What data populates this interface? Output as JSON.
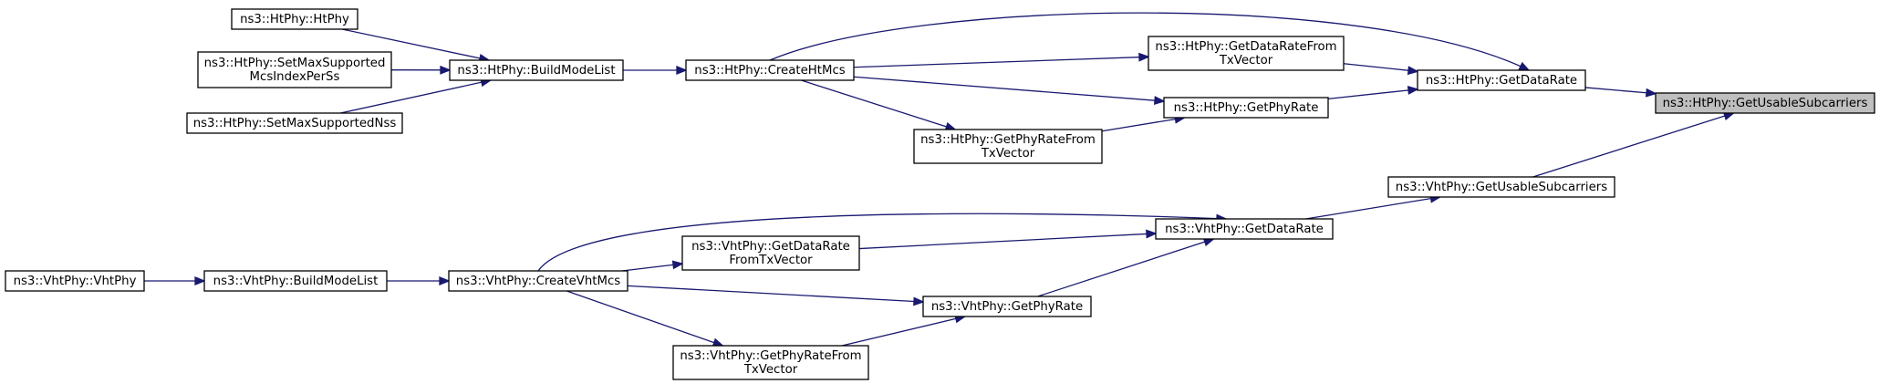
{
  "nodes": {
    "root": [
      "ns3::HtPhy::GetUsableSubcarriers"
    ],
    "ht_getdatarate": [
      "ns3::HtPhy::GetDataRate"
    ],
    "vht_getusable": [
      "ns3::VhtPhy::GetUsableSubcarriers"
    ],
    "ht_getdataratefromtx": [
      "ns3::HtPhy::GetDataRateFrom",
      "TxVector"
    ],
    "ht_getphyrate": [
      "ns3::HtPhy::GetPhyRate"
    ],
    "ht_createhtmcs": [
      "ns3::HtPhy::CreateHtMcs"
    ],
    "ht_getphyratefromtx": [
      "ns3::HtPhy::GetPhyRateFrom",
      "TxVector"
    ],
    "ht_buildmodelist": [
      "ns3::HtPhy::BuildModeList"
    ],
    "ht_htphy": [
      "ns3::HtPhy::HtPhy"
    ],
    "ht_setmaxmcs": [
      "ns3::HtPhy::SetMaxSupported",
      "McsIndexPerSs"
    ],
    "ht_setmaxnss": [
      "ns3::HtPhy::SetMaxSupportedNss"
    ],
    "vht_getdatarate": [
      "ns3::VhtPhy::GetDataRate"
    ],
    "vht_getdataratefromtx": [
      "ns3::VhtPhy::GetDataRate",
      "FromTxVector"
    ],
    "vht_createvhtmcs": [
      "ns3::VhtPhy::CreateVhtMcs"
    ],
    "vht_getphyrate": [
      "ns3::VhtPhy::GetPhyRate"
    ],
    "vht_getphyratefromtx": [
      "ns3::VhtPhy::GetPhyRateFrom",
      "TxVector"
    ],
    "vht_buildmodelist": [
      "ns3::VhtPhy::BuildModeList"
    ],
    "vht_vhtphy": [
      "ns3::VhtPhy::VhtPhy"
    ]
  },
  "edges": [
    [
      "ht_getdatarate",
      "root"
    ],
    [
      "vht_getusable",
      "root"
    ],
    [
      "ht_createhtmcs",
      "ht_getdatarate"
    ],
    [
      "ht_getdataratefromtx",
      "ht_getdatarate"
    ],
    [
      "ht_getphyrate",
      "ht_getdatarate"
    ],
    [
      "ht_createhtmcs",
      "ht_getdataratefromtx"
    ],
    [
      "ht_createhtmcs",
      "ht_getphyrate"
    ],
    [
      "ht_getphyratefromtx",
      "ht_getphyrate"
    ],
    [
      "ht_createhtmcs",
      "ht_getphyratefromtx"
    ],
    [
      "ht_buildmodelist",
      "ht_createhtmcs"
    ],
    [
      "ht_htphy",
      "ht_buildmodelist"
    ],
    [
      "ht_setmaxmcs",
      "ht_buildmodelist"
    ],
    [
      "ht_setmaxnss",
      "ht_buildmodelist"
    ],
    [
      "vht_getdatarate",
      "vht_getusable"
    ],
    [
      "vht_createvhtmcs",
      "vht_getdatarate"
    ],
    [
      "vht_getdataratefromtx",
      "vht_getdatarate"
    ],
    [
      "vht_getphyrate",
      "vht_getdatarate"
    ],
    [
      "vht_createvhtmcs",
      "vht_getdataratefromtx"
    ],
    [
      "vht_createvhtmcs",
      "vht_getphyrate"
    ],
    [
      "vht_getphyratefromtx",
      "vht_getphyrate"
    ],
    [
      "vht_createvhtmcs",
      "vht_getphyratefromtx"
    ],
    [
      "vht_buildmodelist",
      "vht_createvhtmcs"
    ],
    [
      "vht_vhtphy",
      "vht_buildmodelist"
    ]
  ],
  "colors": {
    "edge": "#191970",
    "root_fill": "#bfbfbf",
    "node_fill": "#ffffff",
    "node_border": "#000000"
  }
}
